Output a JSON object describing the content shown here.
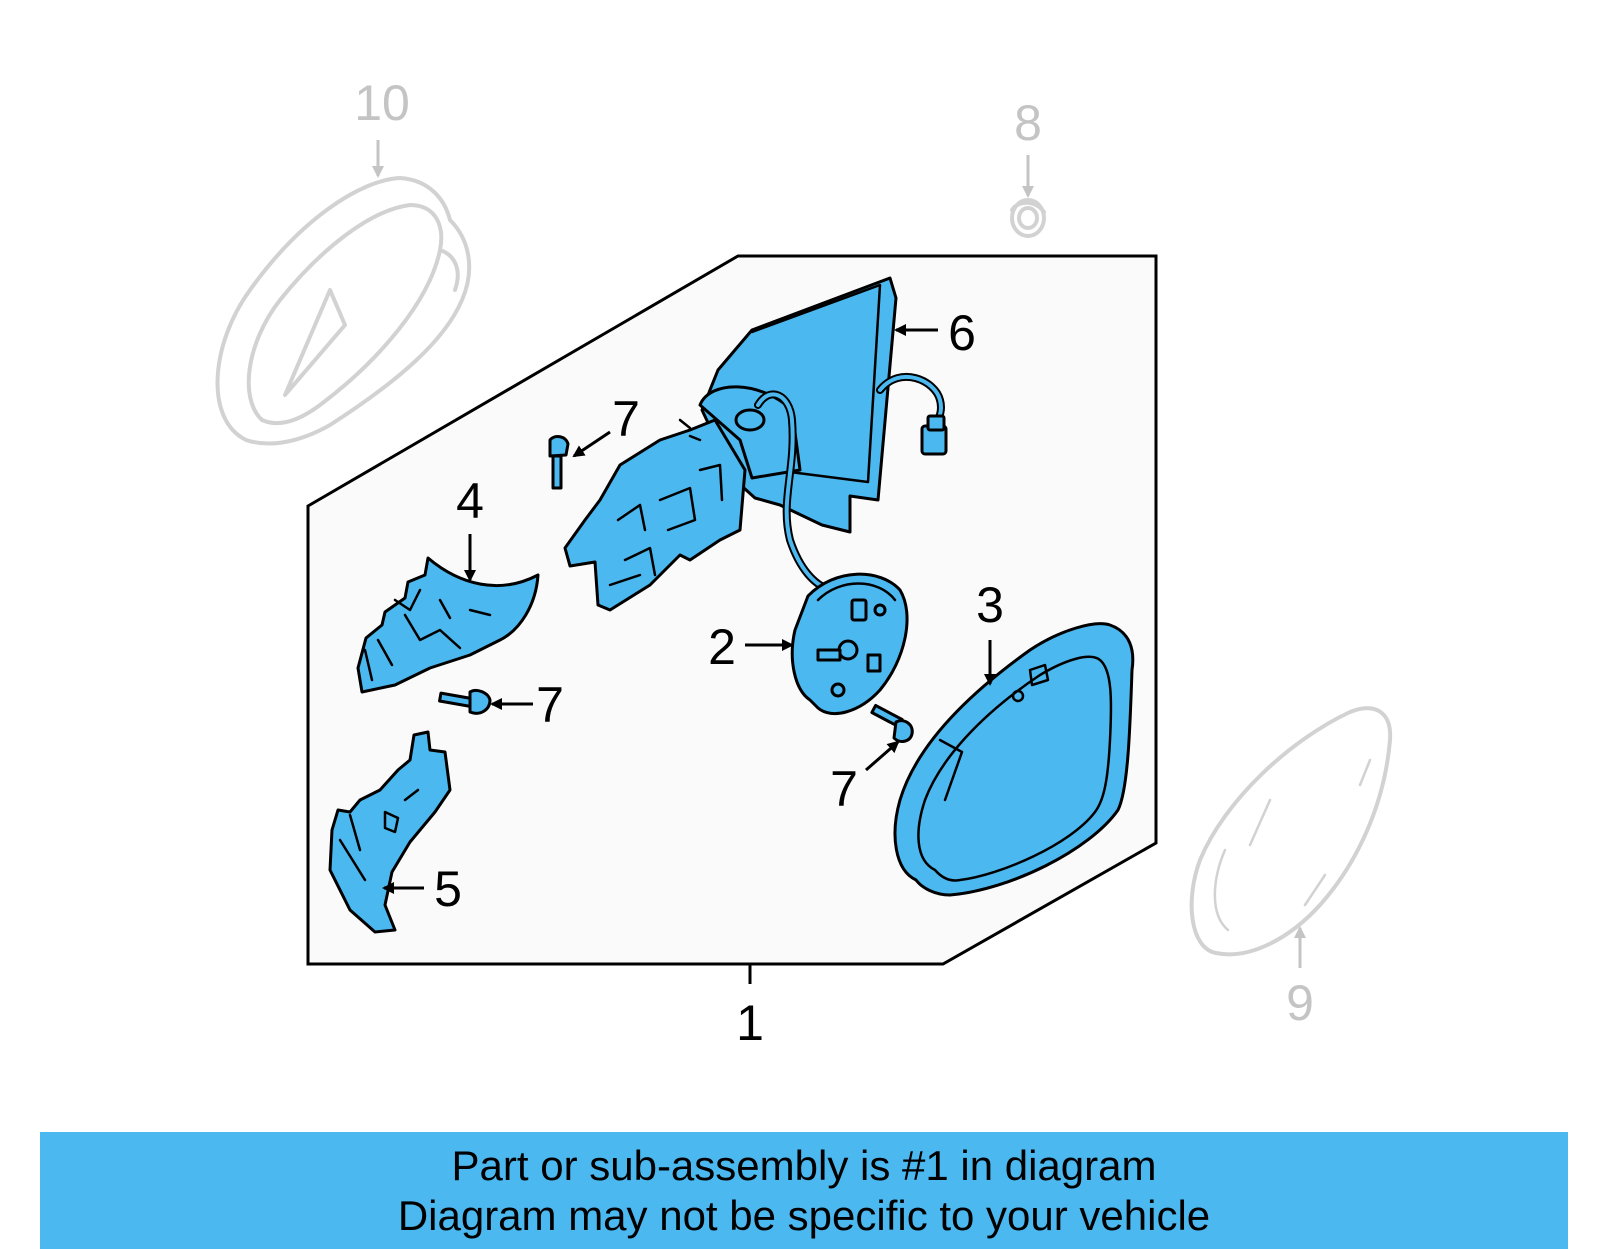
{
  "callouts": {
    "c1": "1",
    "c2": "2",
    "c3": "3",
    "c4": "4",
    "c5": "5",
    "c6": "6",
    "c7a": "7",
    "c7b": "7",
    "c7c": "7",
    "c8": "8",
    "c9": "9",
    "c10": "10"
  },
  "banner": {
    "line1": "Part or sub-assembly is #1 in diagram",
    "line2": "Diagram may not be specific to your vehicle"
  },
  "colors": {
    "highlight": "#4cb8f0",
    "ghost": "#d2d2d2"
  }
}
